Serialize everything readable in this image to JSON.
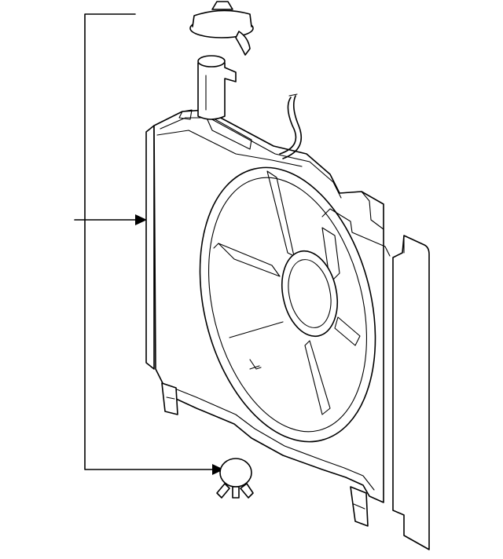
{
  "diagram": {
    "kind": "exploded-parts-illustration",
    "parts": [
      "radiator-cap",
      "filler-neck",
      "overflow-hose",
      "cooling-fan-shroud-assembly",
      "fan-motor-blades",
      "side-seal-plate",
      "fan-connector-clip"
    ],
    "callouts": [
      {
        "target": "cooling-fan-shroud-assembly",
        "label": ""
      },
      {
        "target": "fan-connector-clip",
        "label": ""
      }
    ],
    "line_color": "#000000",
    "background": "#ffffff"
  }
}
